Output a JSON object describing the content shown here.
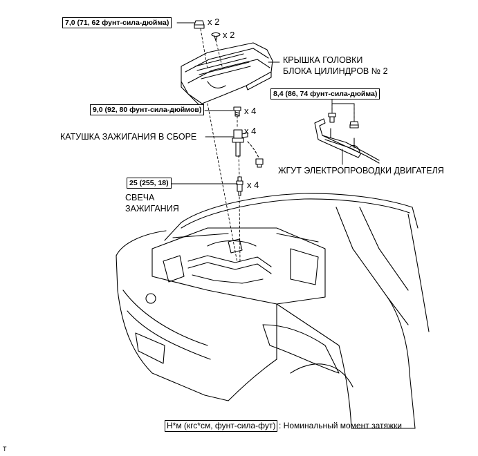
{
  "torque": {
    "cover_nut": "7,0 (71, 62 фунт-сила-дюйма)",
    "coil_bolt": "9,0 (92, 80 фунт-сила-дюймов)",
    "harness_bolt": "8,4 (86, 74 фунт-сила-дюйма)",
    "spark_plug": "25 (255, 18)"
  },
  "quantities": {
    "cover_nut": "x 2",
    "cover_clip": "x 2",
    "coil_bolt": "x 4",
    "coil": "x 4",
    "spark_plug": "x 4"
  },
  "labels": {
    "cover_line1": "КРЫШКА ГОЛОВКИ",
    "cover_line2": "БЛОКА ЦИЛИНДРОВ № 2",
    "coil": "КАТУШКА ЗАЖИГАНИЯ В СБОРЕ",
    "harness": "ЖГУТ ЭЛЕКТРОПРОВОДКИ ДВИГАТЕЛЯ",
    "plug_line1": "СВЕЧА",
    "plug_line2": "ЗАЖИГАНИЯ"
  },
  "legend": {
    "unit": "Н*м (кгс*см, фунт-сила-фут)",
    "text": ": Номинальный момент затяжки"
  },
  "footer": {
    "mark": "T"
  }
}
